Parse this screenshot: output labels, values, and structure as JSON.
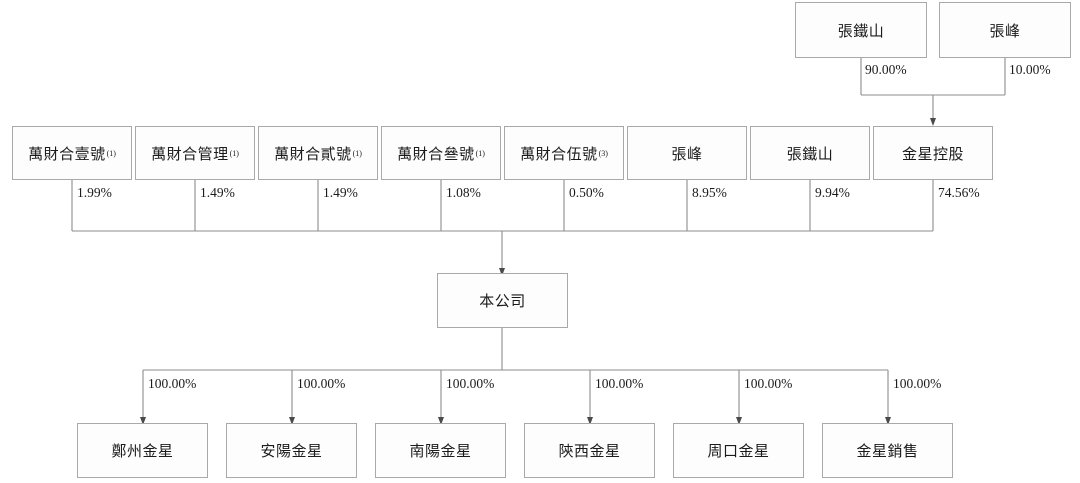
{
  "diagram": {
    "type": "org-ownership-chart",
    "language": "zh-Hant",
    "colors": {
      "box_border": "#a9a9a9",
      "line": "#7a7a7a",
      "text": "#1b1b1b",
      "background": "#ffffff"
    },
    "ultimate_owners": [
      {
        "id": "zhang-tieshan-top",
        "label": "張鐵山",
        "pct": "90.00%"
      },
      {
        "id": "zhang-feng-top",
        "label": "張峰",
        "pct": "10.00%"
      }
    ],
    "intermediate": {
      "id": "jinxing-holding",
      "label": "金星控股"
    },
    "shareholders": [
      {
        "id": "wancaihe-yihao",
        "label": "萬財合壹號",
        "note": "(1)",
        "pct": "1.99%"
      },
      {
        "id": "wancaihe-guanli",
        "label": "萬財合管理",
        "note": "(1)",
        "pct": "1.49%"
      },
      {
        "id": "wancaihe-erhao",
        "label": "萬財合貳號",
        "note": "(1)",
        "pct": "1.49%"
      },
      {
        "id": "wancaihe-sanhao",
        "label": "萬財合叄號",
        "note": "(1)",
        "pct": "1.08%"
      },
      {
        "id": "wancaihe-wuhao",
        "label": "萬財合伍號",
        "note": "(3)",
        "pct": "0.50%"
      },
      {
        "id": "zhang-feng",
        "label": "張峰",
        "note": "",
        "pct": "8.95%"
      },
      {
        "id": "zhang-tieshan",
        "label": "張鐵山",
        "note": "",
        "pct": "9.94%"
      },
      {
        "id": "jinxing-holding-2",
        "label": "金星控股",
        "note": "",
        "pct": "74.56%"
      }
    ],
    "company": {
      "id": "the-company",
      "label": "本公司"
    },
    "subsidiaries": [
      {
        "id": "zhengzhou-jinxing",
        "label": "鄭州金星",
        "pct": "100.00%"
      },
      {
        "id": "anyang-jinxing",
        "label": "安陽金星",
        "pct": "100.00%"
      },
      {
        "id": "nanyang-jinxing",
        "label": "南陽金星",
        "pct": "100.00%"
      },
      {
        "id": "shaanxi-jinxing",
        "label": "陝西金星",
        "pct": "100.00%"
      },
      {
        "id": "zhoukou-jinxing",
        "label": "周口金星",
        "pct": "100.00%"
      },
      {
        "id": "jinxing-sales",
        "label": "金星銷售",
        "pct": "100.00%"
      }
    ]
  }
}
